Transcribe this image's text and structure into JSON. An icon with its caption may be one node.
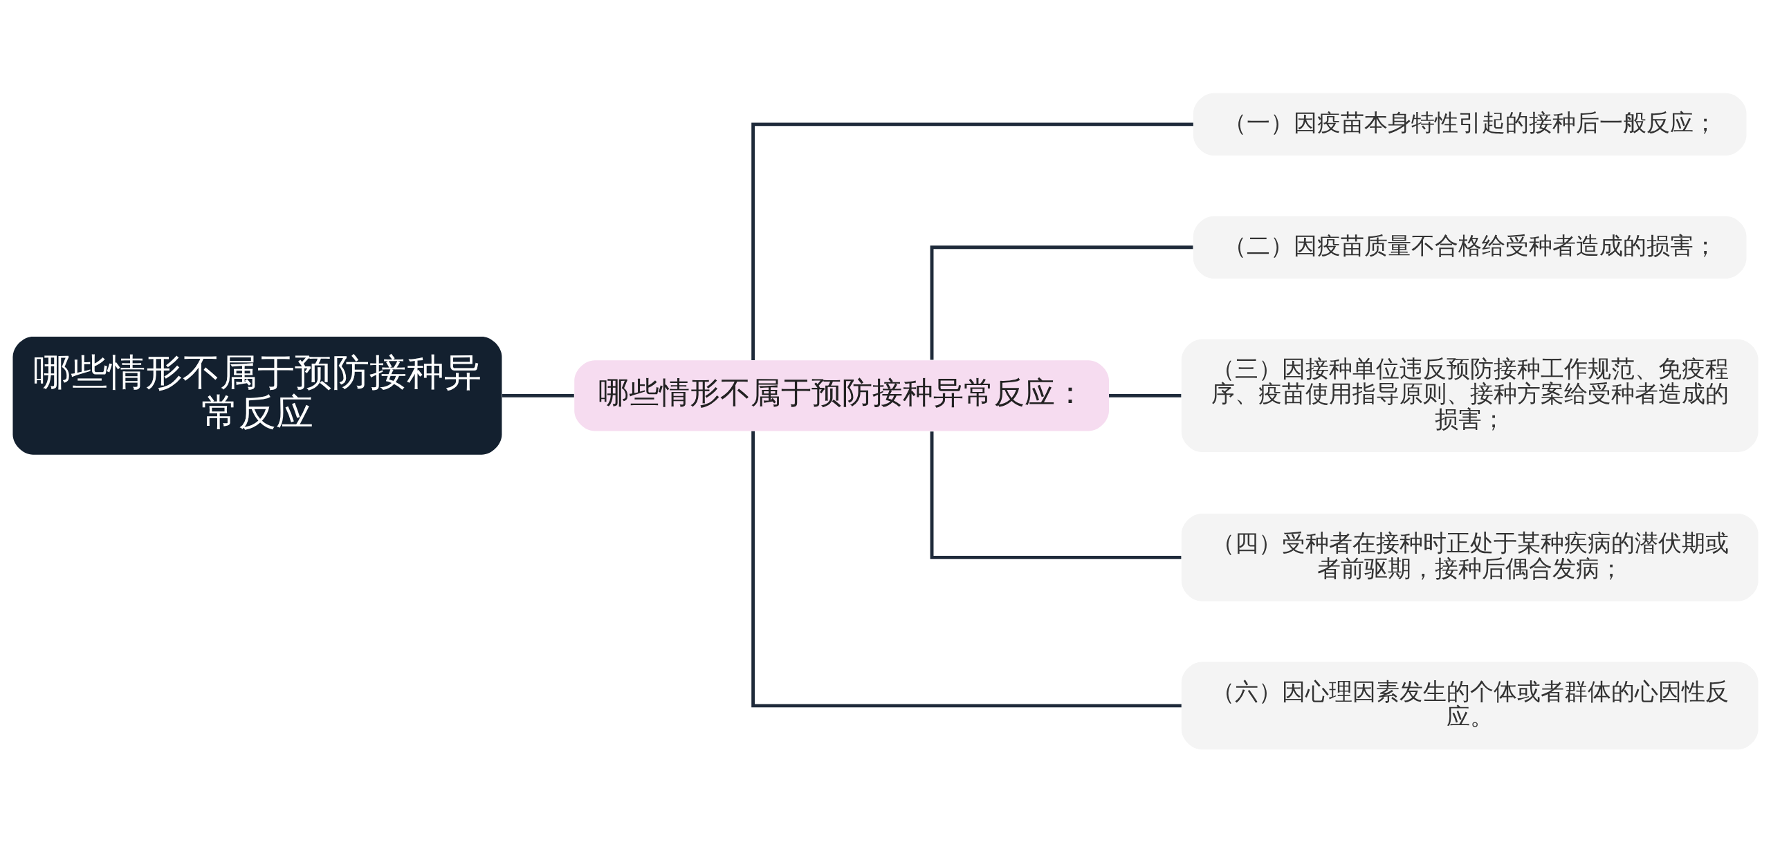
{
  "diagram": {
    "nodes": [
      {
        "text": [
          "哪些情形不属于预防接种异常反应"
        ]
      },
      {
        "text": [
          "哪些情形不属于预防接种异常反应："
        ]
      },
      {
        "text": [
          "（一）因疫苗本身特性引起的接种后一般反应；"
        ]
      },
      {
        "text": [
          "（二）因疫苗质量不合格给受种者造成的损害；"
        ]
      },
      {
        "text": [
          "（三）因接种单位违反预防接种工作规范、免疫程序、疫苗使用指导原则、接种方案给受种者造成的损害；"
        ]
      },
      {
        "text": [
          "（四）受种者在接种时正处于某种疾病的潜伏期或者前驱期，接种后偶合发病；"
        ]
      },
      {
        "text": [
          "（六）因心理因素发生的个体或者群体的心因性反应。"
        ]
      }
    ],
    "edges": [
      {
        "from": 0,
        "to": 1,
        "arrow": "none"
      },
      {
        "from": 1,
        "to": 2,
        "arrow": "none"
      },
      {
        "from": 1,
        "to": 3,
        "arrow": "none"
      },
      {
        "from": 1,
        "to": 4,
        "arrow": "none"
      },
      {
        "from": 1,
        "to": 5,
        "arrow": "none"
      },
      {
        "from": 1,
        "to": 6,
        "arrow": "none"
      }
    ]
  }
}
